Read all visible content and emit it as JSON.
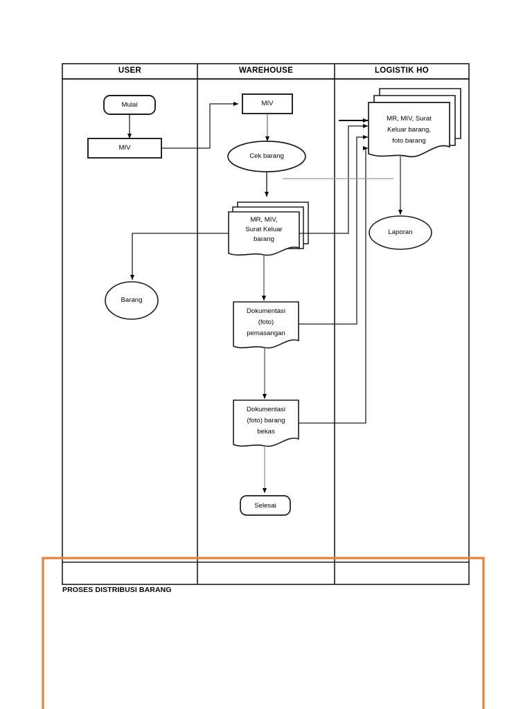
{
  "document": {
    "caption": "PROSES DISTRIBUSI BARANG",
    "selection_color": "#E8823A",
    "line_color": "#000000",
    "faint_line_color": "#8c8c8c",
    "background": "#FFFFFF"
  },
  "swimlanes": {
    "headers": [
      {
        "label": "USER"
      },
      {
        "label": "WAREHOUSE"
      },
      {
        "label": "LOGISTIK HO"
      }
    ]
  },
  "chart_data": {
    "type": "diagram",
    "title": "PROSES DISTRIBUSI BARANG",
    "lanes": [
      "USER",
      "WAREHOUSE",
      "LOGISTIK HO"
    ],
    "nodes": [
      {
        "id": "mulai",
        "lane": "USER",
        "shape": "terminator",
        "label": "Mulai"
      },
      {
        "id": "miv_user",
        "lane": "USER",
        "shape": "process",
        "label": "MIV"
      },
      {
        "id": "barang",
        "lane": "USER",
        "shape": "ellipse",
        "label": "Barang"
      },
      {
        "id": "miv_wh",
        "lane": "WAREHOUSE",
        "shape": "process",
        "label": "MIV"
      },
      {
        "id": "cek_barang",
        "lane": "WAREHOUSE",
        "shape": "ellipse",
        "label": "Cek barang"
      },
      {
        "id": "doc_wh",
        "lane": "WAREHOUSE",
        "shape": "multidocument",
        "label": "MR, MIV,\nSurat Keluar\nbarang"
      },
      {
        "id": "dok_pasang",
        "lane": "WAREHOUSE",
        "shape": "document",
        "label": "Dokumentasi\n(foto)\npemasangan"
      },
      {
        "id": "dok_bekas",
        "lane": "WAREHOUSE",
        "shape": "document",
        "label": "Dokumentasi\n(foto) barang\nbekas"
      },
      {
        "id": "selesai",
        "lane": "WAREHOUSE",
        "shape": "terminator",
        "label": "Selesai"
      },
      {
        "id": "doc_ho",
        "lane": "LOGISTIK HO",
        "shape": "multidocument",
        "label": "MR, MIV, Surat\nKeluar barang,\nfoto barang"
      },
      {
        "id": "laporan",
        "lane": "LOGISTIK HO",
        "shape": "ellipse",
        "label": "Laporan"
      }
    ],
    "edges": [
      {
        "from": "mulai",
        "to": "miv_user",
        "arrow": true
      },
      {
        "from": "miv_user",
        "to": "miv_wh",
        "arrow": true
      },
      {
        "from": "miv_wh",
        "to": "cek_barang",
        "arrow": true
      },
      {
        "from": "cek_barang",
        "to": "doc_wh",
        "arrow": true
      },
      {
        "from": "doc_wh",
        "to": "barang",
        "arrow": true
      },
      {
        "from": "doc_wh",
        "to": "doc_ho",
        "arrow": true
      },
      {
        "from": "doc_wh",
        "to": "dok_pasang",
        "arrow": true
      },
      {
        "from": "dok_pasang",
        "to": "doc_ho",
        "arrow": true
      },
      {
        "from": "dok_pasang",
        "to": "dok_bekas",
        "arrow": true
      },
      {
        "from": "dok_bekas",
        "to": "doc_ho",
        "arrow": true
      },
      {
        "from": "dok_bekas",
        "to": "selesai",
        "arrow": true
      },
      {
        "from": "doc_ho",
        "to": "laporan",
        "arrow": true
      }
    ]
  },
  "node_labels": {
    "mulai": "Mulai",
    "miv_user": "MIV",
    "barang": "Barang",
    "miv_wh": "MIV",
    "cek_barang": "Cek barang",
    "doc_wh_l1": "MR, MIV,",
    "doc_wh_l2": "Surat Keluar",
    "doc_wh_l3": "barang",
    "dok_pasang_l1": "Dokumentasi",
    "dok_pasang_l2": "(foto)",
    "dok_pasang_l3": "pemasangan",
    "dok_bekas_l1": "Dokumentasi",
    "dok_bekas_l2": "(foto) barang",
    "dok_bekas_l3": "bekas",
    "selesai": "Selesai",
    "doc_ho_l1": "MR, MIV, Surat",
    "doc_ho_l2": "Keluar barang,",
    "doc_ho_l3": "foto barang",
    "laporan": "Laporan"
  }
}
